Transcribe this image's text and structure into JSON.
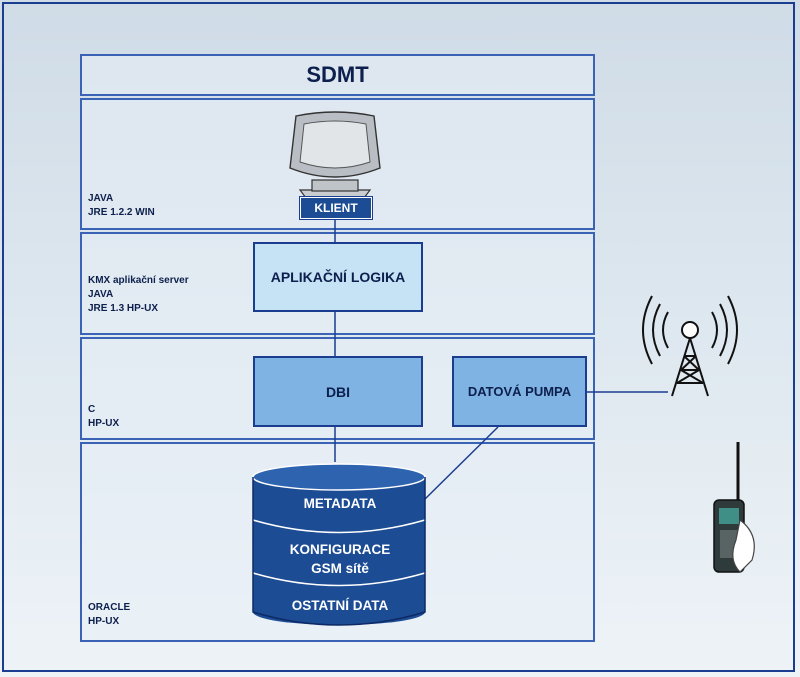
{
  "title": "SDMT",
  "layers": [
    {
      "line1": "JAVA",
      "line2": "JRE 1.2.2 WIN",
      "line3": ""
    },
    {
      "line1": "KMX aplikační server",
      "line2": "JAVA",
      "line3": "JRE 1.3  HP-UX"
    },
    {
      "line1": "C",
      "line2": "HP-UX",
      "line3": ""
    },
    {
      "line1": "ORACLE",
      "line2": "HP-UX",
      "line3": ""
    }
  ],
  "components": {
    "client": "KLIENT",
    "app_logic": "APLIKAČNÍ LOGIKA",
    "dbi": "DBI",
    "data_pump": "DATOVÁ PUMPA"
  },
  "database": {
    "section1": "METADATA",
    "section2_line1": "KONFIGURACE",
    "section2_line2": "GSM sítě",
    "section3": "OSTATNÍ DATA"
  },
  "colors": {
    "border": "#3b63b5",
    "dark_blue": "#1c4c94",
    "box_light": "#c6e3f6",
    "box_medium": "#7fb3e3"
  },
  "icons": [
    "monitor-icon",
    "radio-tower-icon",
    "mobile-phone-icon"
  ]
}
